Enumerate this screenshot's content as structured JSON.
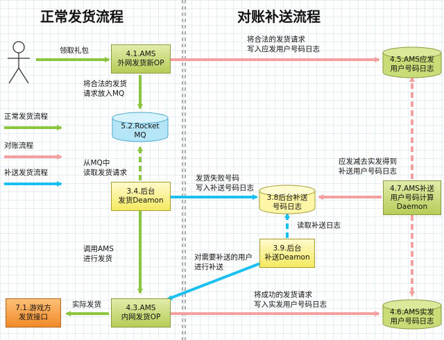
{
  "titles": {
    "left": "正常发货流程",
    "right": "对账补送流程"
  },
  "legend": {
    "normal": "正常发货流程",
    "reconcile": "对账流程",
    "resend": "补送发货流程"
  },
  "colors": {
    "normal": "#8cc63f",
    "reconcile": "#f4a0a0",
    "resend": "#19c0f0"
  },
  "nodes": {
    "user": {
      "icon": "stick-figure-icon"
    },
    "ams_out": "4.1.AMS\n外网发货新OP",
    "mq": "5.2.Rocket\nMQ",
    "deamon_send": "3.4.后台\n发货Deamon",
    "ams_in": "4.3.AMS\n内网发货OP",
    "game": "7.1.游戏方\n发货接口",
    "db_should": "4.5.AMS应发\n用户号码日志",
    "db_resend": "3.8后台补送\n号码日志",
    "db_actual": "4.6.AMS实发\n用户号码日志",
    "calc_deamon": "4.7.AMS补送\n用户号码计算\nDaemon",
    "resend_deamon": "3.9.后台\n补送Deamon"
  },
  "edge_labels": {
    "get_gift": "领取礼包",
    "legal_to_mq": "将合法的发货\n请求放入MQ",
    "read_mq": "从MQ中\n读取发货请求",
    "call_ams": "调用AMS\n进行发货",
    "actual_send": "实际发货",
    "write_should": "将合法的发货请求\n写入应发用户号码日志",
    "fail_write": "发货失败号码\n写入补送号码日志",
    "should_minus": "应发减去实发得到\n补送用户号码日志",
    "read_resend": "读取补送日志",
    "need_resend": "对需要补送的用户\n进行补送",
    "write_actual": "将成功的发货请求\n写入实发用户号码日志"
  }
}
